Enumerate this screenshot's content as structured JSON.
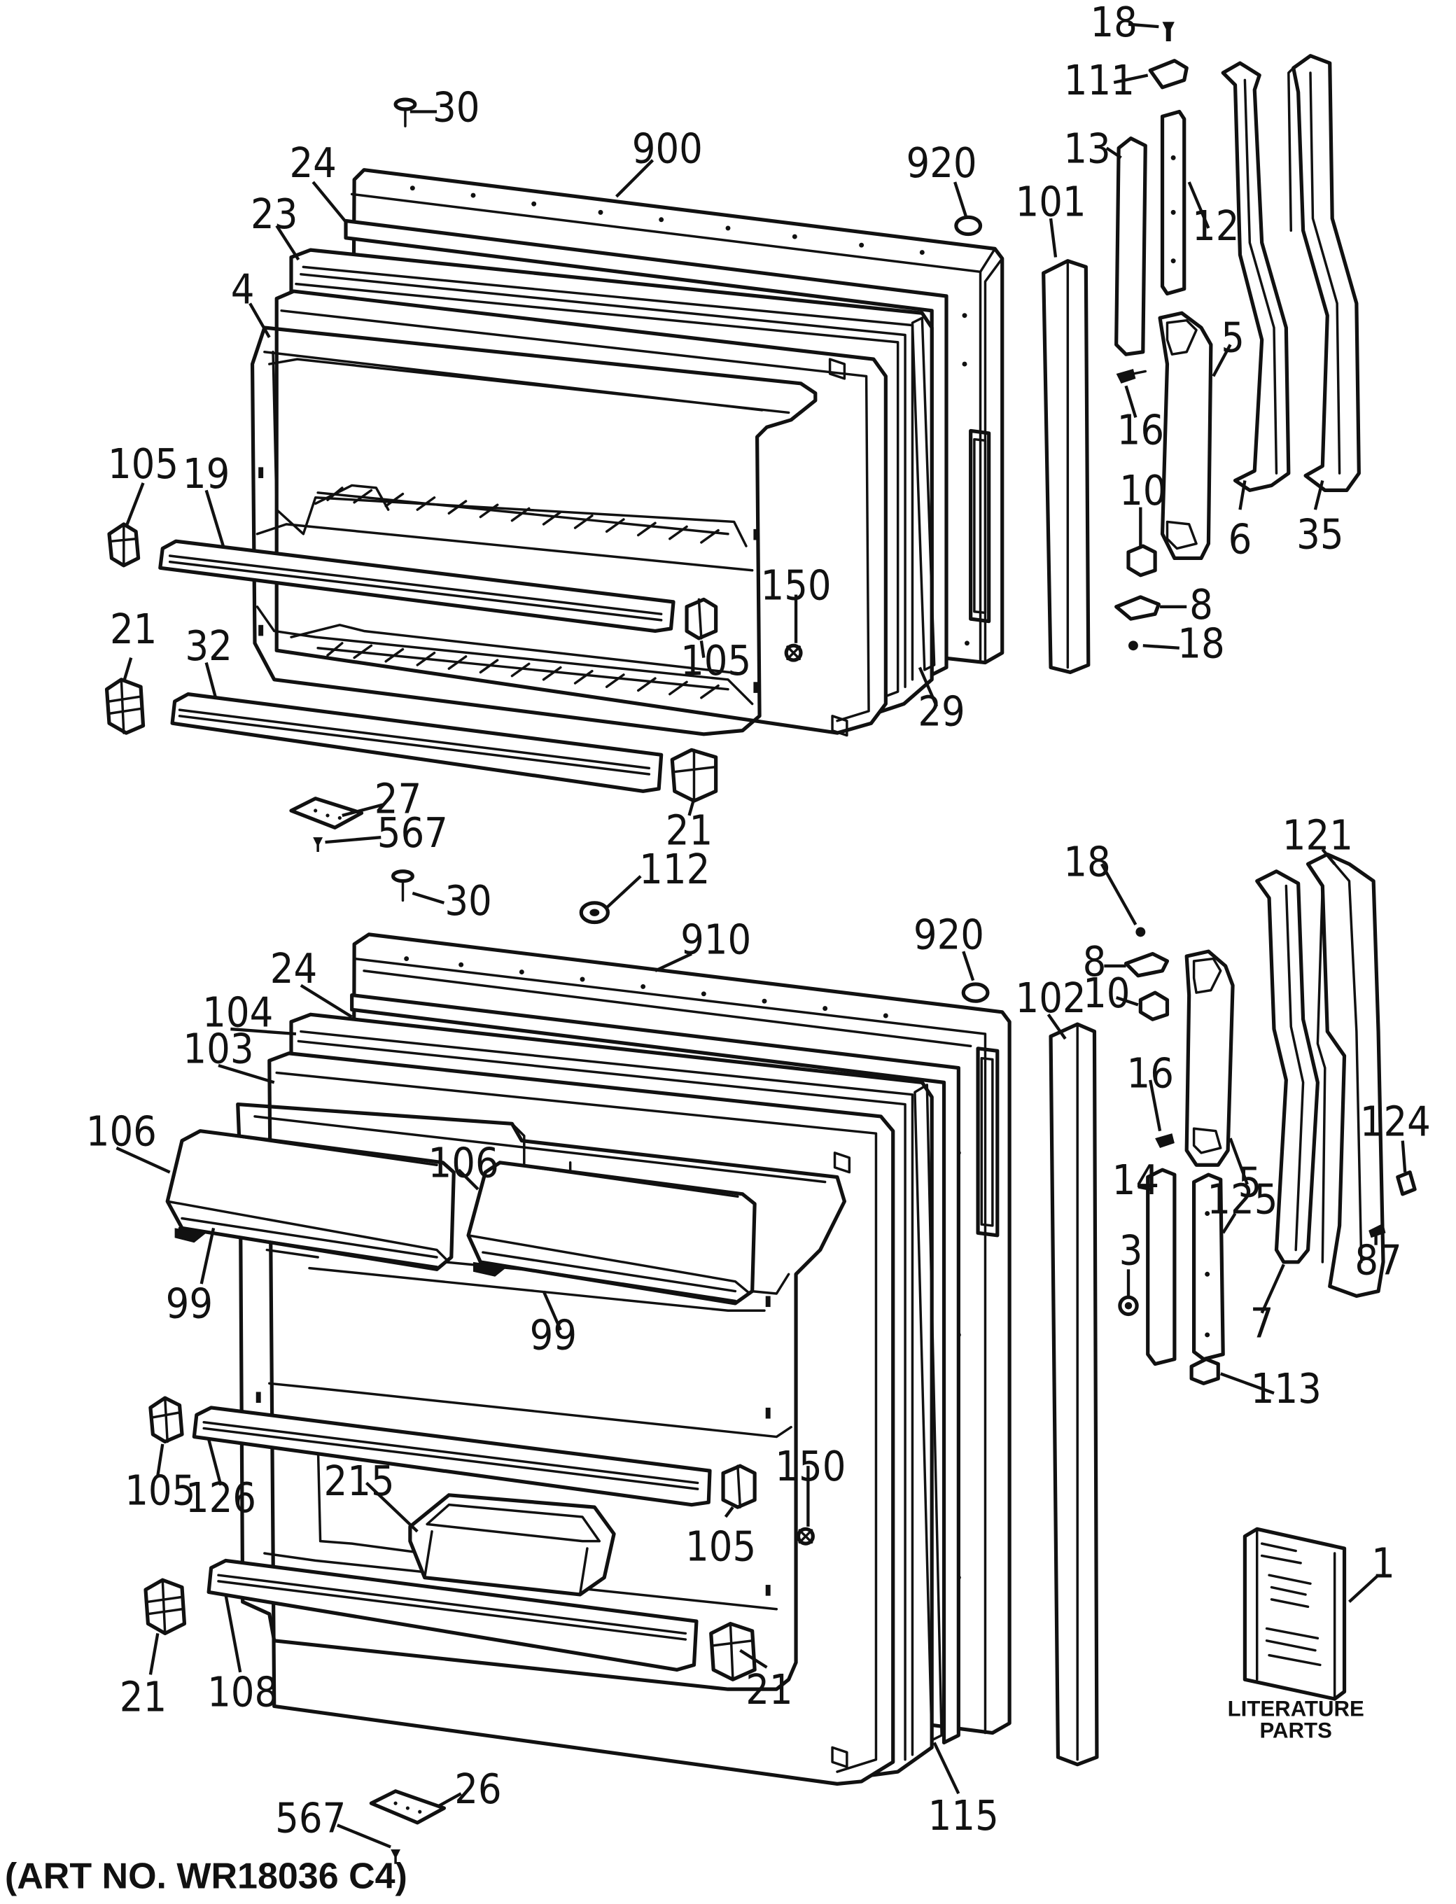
{
  "figure": {
    "art_number": "(ART NO. WR18036 C4)",
    "literature_caption": [
      "LITERATURE",
      "PARTS"
    ]
  },
  "freezer_door_callouts": [
    {
      "id": "18",
      "label": "18"
    },
    {
      "id": "111",
      "label": "111"
    },
    {
      "id": "30",
      "label": "30"
    },
    {
      "id": "900",
      "label": "900"
    },
    {
      "id": "920",
      "label": "920"
    },
    {
      "id": "13",
      "label": "13"
    },
    {
      "id": "12",
      "label": "12"
    },
    {
      "id": "24",
      "label": "24"
    },
    {
      "id": "101",
      "label": "101"
    },
    {
      "id": "23",
      "label": "23"
    },
    {
      "id": "4",
      "label": "4"
    },
    {
      "id": "5",
      "label": "5"
    },
    {
      "id": "16",
      "label": "16"
    },
    {
      "id": "105",
      "label": "105"
    },
    {
      "id": "19",
      "label": "19"
    },
    {
      "id": "10",
      "label": "10"
    },
    {
      "id": "6",
      "label": "6"
    },
    {
      "id": "35",
      "label": "35"
    },
    {
      "id": "150",
      "label": "150"
    },
    {
      "id": "8",
      "label": "8"
    },
    {
      "id": "105b",
      "label": "105"
    },
    {
      "id": "18b",
      "label": "18"
    },
    {
      "id": "21",
      "label": "21"
    },
    {
      "id": "32",
      "label": "32"
    },
    {
      "id": "29",
      "label": "29"
    },
    {
      "id": "27",
      "label": "27"
    },
    {
      "id": "567",
      "label": "567"
    },
    {
      "id": "21b",
      "label": "21"
    }
  ],
  "fresh_food_door_callouts": [
    {
      "id": "121",
      "label": "121"
    },
    {
      "id": "18",
      "label": "18"
    },
    {
      "id": "30",
      "label": "30"
    },
    {
      "id": "112",
      "label": "112"
    },
    {
      "id": "8",
      "label": "8"
    },
    {
      "id": "910",
      "label": "910"
    },
    {
      "id": "920",
      "label": "920"
    },
    {
      "id": "10",
      "label": "10"
    },
    {
      "id": "102",
      "label": "102"
    },
    {
      "id": "24",
      "label": "24"
    },
    {
      "id": "104",
      "label": "104"
    },
    {
      "id": "103",
      "label": "103"
    },
    {
      "id": "16",
      "label": "16"
    },
    {
      "id": "124",
      "label": "124"
    },
    {
      "id": "106",
      "label": "106"
    },
    {
      "id": "106b",
      "label": "106"
    },
    {
      "id": "5",
      "label": "5"
    },
    {
      "id": "14",
      "label": "14"
    },
    {
      "id": "125",
      "label": "125"
    },
    {
      "id": "87",
      "label": "87"
    },
    {
      "id": "99",
      "label": "99"
    },
    {
      "id": "99b",
      "label": "99"
    },
    {
      "id": "3",
      "label": "3"
    },
    {
      "id": "7",
      "label": "7"
    },
    {
      "id": "113",
      "label": "113"
    },
    {
      "id": "105",
      "label": "105"
    },
    {
      "id": "126",
      "label": "126"
    },
    {
      "id": "150",
      "label": "150"
    },
    {
      "id": "215",
      "label": "215"
    },
    {
      "id": "105b",
      "label": "105"
    },
    {
      "id": "1",
      "label": "1"
    },
    {
      "id": "21",
      "label": "21"
    },
    {
      "id": "108",
      "label": "108"
    },
    {
      "id": "21b",
      "label": "21"
    },
    {
      "id": "115",
      "label": "115"
    },
    {
      "id": "26",
      "label": "26"
    },
    {
      "id": "567",
      "label": "567"
    }
  ]
}
